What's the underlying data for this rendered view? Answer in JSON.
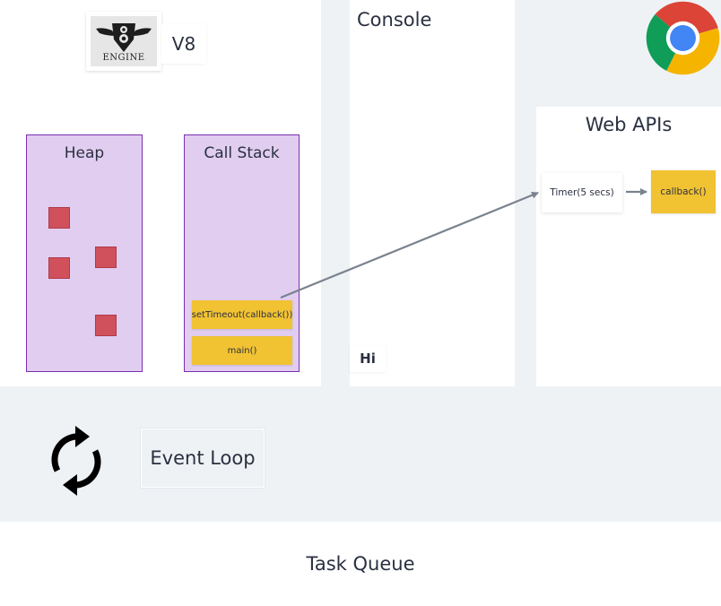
{
  "engine": {
    "logo_word": "ENGINE",
    "name": "V8",
    "heap": {
      "title": "Heap",
      "object_count": 4
    },
    "call_stack": {
      "title": "Call Stack",
      "frames": [
        "setTimeout(callback())",
        "main()"
      ]
    }
  },
  "console": {
    "title": "Console",
    "output": "Hi"
  },
  "browser": {
    "logo_icon": "chrome-logo-icon"
  },
  "web_apis": {
    "title": "Web APIs",
    "timer": "Timer(5 secs)",
    "callback": "callback()"
  },
  "event_loop": {
    "label": "Event Loop",
    "icon": "refresh-cycle-icon"
  },
  "task_queue": {
    "title": "Task Queue"
  },
  "colors": {
    "page_background": "#eef2f5",
    "panel": "#ffffff",
    "column_fill": "#e0cdf0",
    "column_border": "#7b2fae",
    "heap_object": "#d0505c",
    "frame_fill": "#f1c232",
    "arrow": "#7a828d",
    "text": "#2b3040"
  }
}
